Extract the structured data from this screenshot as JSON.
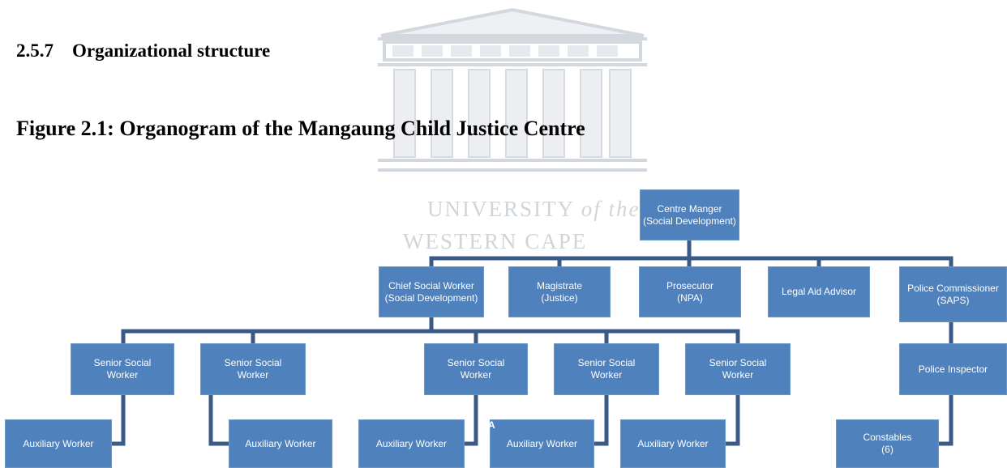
{
  "section": {
    "number": "2.5.7",
    "title": "Organizational structure"
  },
  "figure": {
    "caption": "Figure 2.1: Organogram of the Mangaung Child Justice Centre"
  },
  "watermark": {
    "line1_main": "UNIVERSITY",
    "line1_italic": "of the",
    "line2": "WESTERN CAPE"
  },
  "stray_mark": "A",
  "org": {
    "centre_manager": {
      "l1": "Centre Manger",
      "l2": "(Social Development)"
    },
    "chief_social_worker": {
      "l1": "Chief Social Worker",
      "l2": "(Social Development)"
    },
    "magistrate": {
      "l1": "Magistrate",
      "l2": "(Justice)"
    },
    "prosecutor": {
      "l1": "Prosecutor",
      "l2": "(NPA)"
    },
    "legal_aid": {
      "l1": "Legal Aid Advisor",
      "l2": ""
    },
    "police_commissioner": {
      "l1": "Police Commissioner",
      "l2": "(SAPS)"
    },
    "senior_social_workers": [
      {
        "l1": "Senior Social",
        "l2": "Worker"
      },
      {
        "l1": "Senior Social",
        "l2": "Worker"
      },
      {
        "l1": "Senior Social",
        "l2": "Worker"
      },
      {
        "l1": "Senior Social",
        "l2": "Worker"
      },
      {
        "l1": "Senior Social",
        "l2": "Worker"
      }
    ],
    "auxiliary_workers": [
      {
        "l1": "Auxiliary Worker"
      },
      {
        "l1": "Auxiliary Worker"
      },
      {
        "l1": "Auxiliary Worker"
      },
      {
        "l1": "Auxiliary Worker"
      },
      {
        "l1": "Auxiliary Worker"
      }
    ],
    "police_inspector": {
      "l1": "Police Inspector"
    },
    "constables": {
      "l1": "Constables",
      "l2": "(6)"
    }
  }
}
